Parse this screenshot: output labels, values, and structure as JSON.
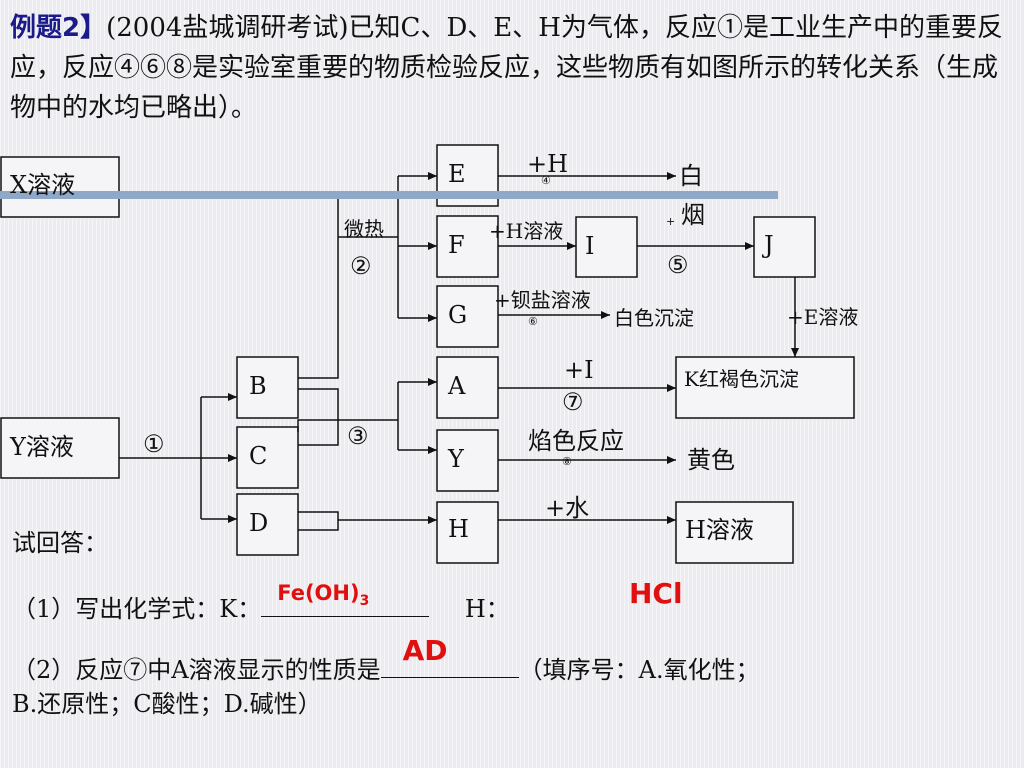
{
  "intro": {
    "lead": "例题2】",
    "text": "(2004盐城调研考试)已知C、D、E、H为气体，反应①是工业生产中的重要反应，反应④⑥⑧是实验室重要的物质检验反应，这些物质有如图所示的转化关系（生成物中的水均已略出）。"
  },
  "diagram": {
    "boxes": {
      "x_solution": "X溶液",
      "y_solution": "Y溶液",
      "B": "B",
      "C": "C",
      "D": "D",
      "E": "E",
      "F": "F",
      "G": "G",
      "A": "A",
      "Y": "Y",
      "H": "H",
      "I": "I",
      "J": "J",
      "K": "K红褐色沉淀",
      "H_solution": "H溶液"
    },
    "labels": {
      "reaction_1": "①",
      "micro_heat": "微热",
      "reaction_2": "②",
      "reaction_3": "③",
      "plus_h": "+H",
      "reaction_4": "④",
      "white": "白",
      "smoke": "烟",
      "plus_h_solution": "+H溶液",
      "plus_small": "+",
      "reaction_5": "⑤",
      "plus_barium": "+钡盐溶液",
      "reaction_6": "⑥",
      "white_precipitate": "白色沉淀",
      "plus_e_solution": "+E溶液",
      "plus_i": "+I",
      "reaction_7": "⑦",
      "flame_test": "焰色反应",
      "reaction_8": "⑧",
      "yellow": "黄色",
      "plus_water": "+水"
    }
  },
  "questions": {
    "prompt": "试回答：",
    "q1_prefix": "（1）写出化学式：K：",
    "q1_k_answer": "Fe(OH)",
    "q1_k_sub": "3",
    "q1_h_prefix": "H：",
    "q1_h_answer": "HCl",
    "q2_prefix": "（2）反应⑦中A溶液显示的性质是",
    "q2_answer": "AD",
    "q2_suffix": "（填序号：A.氧化性；",
    "q2_line2": "B.还原性；C酸性；D.碱性）"
  },
  "colors": {
    "highlight_bar": "#8fa8c8",
    "answer": "#e01010",
    "lead": "#1a1a8a"
  }
}
